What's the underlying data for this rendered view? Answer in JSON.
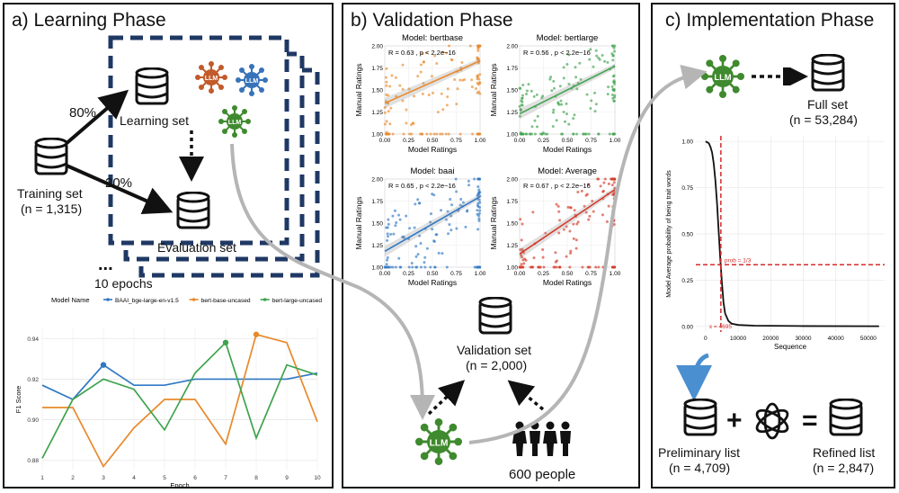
{
  "panels": {
    "a": {
      "title": "a) Learning Phase",
      "training_set": "Training set",
      "training_n": "(n = 1,315)",
      "pct_learning": "80%",
      "pct_eval": "20%",
      "learning_set": "Learning set",
      "evaluation_set": "Evaluation set",
      "dots": "...",
      "epochs": "10 epochs",
      "llm_badge": "LLM"
    },
    "b": {
      "title": "b) Validation Phase",
      "validation_set": "Validation set",
      "validation_n": "(n = 2,000)",
      "people": "600 people",
      "llm_badge": "LLM"
    },
    "c": {
      "title": "c) Implementation Phase",
      "full_set": "Full set",
      "full_n": "(n = 53,284)",
      "preliminary": "Preliminary list",
      "preliminary_n": "(n = 4,709)",
      "refined": "Refined list",
      "refined_n": "(n = 2,847)",
      "plus": "+",
      "equals": "=",
      "llm_badge": "LLM"
    }
  },
  "colors": {
    "navy": "#1f3864",
    "bertbase": "#e8892b",
    "bertlarge": "#3fa34d",
    "baai": "#2f78c4",
    "average": "#d43a2a",
    "llm_green": "#3f8a2e",
    "llm_brown": "#c25a2a",
    "llm_blue": "#3773b8",
    "arrow_blue": "#4a8fd0",
    "grey_arrow": "#b5b5b5",
    "cutoff": "#d42c2c"
  },
  "chart_data": [
    {
      "type": "line",
      "xlabel": "Epoch",
      "ylabel": "F1 Score",
      "legend_title": "Model Name",
      "legend_position": "top",
      "grid": true,
      "xlim": [
        1,
        10
      ],
      "ylim": [
        0.875,
        0.945
      ],
      "x": [
        1,
        2,
        3,
        4,
        5,
        6,
        7,
        8,
        9,
        10
      ],
      "x_ticks": [
        "1",
        "2",
        "3",
        "4",
        "5",
        "6",
        "7",
        "8",
        "9",
        "10"
      ],
      "y_ticks": [
        "0.88",
        "0.90",
        "0.92",
        "0.94"
      ],
      "y_tick_values": [
        0.88,
        0.9,
        0.92,
        0.94
      ],
      "series": [
        {
          "name": "BAAI_bge-large-en-v1.5",
          "color": "#2f78c4",
          "values": [
            0.917,
            0.91,
            0.927,
            0.917,
            0.917,
            0.92,
            0.92,
            0.92,
            0.92,
            0.923
          ],
          "marked_point": 3
        },
        {
          "name": "bert-base-uncased",
          "color": "#e8892b",
          "values": [
            0.906,
            0.906,
            0.877,
            0.896,
            0.91,
            0.91,
            0.888,
            0.942,
            0.938,
            0.899
          ],
          "marked_point": 8
        },
        {
          "name": "bert-large-uncased",
          "color": "#3fa34d",
          "values": [
            0.881,
            0.91,
            0.92,
            0.915,
            0.895,
            0.923,
            0.938,
            0.891,
            0.927,
            0.922
          ],
          "marked_point": 7
        }
      ]
    },
    {
      "type": "scatter",
      "title": "Model: bertbase",
      "stat": "R = 0.63 , p < 2.2e−16",
      "xlabel": "Model Ratings",
      "ylabel": "Manual Ratings",
      "color": "#e8892b",
      "xlim": [
        0,
        1
      ],
      "ylim": [
        1,
        2
      ],
      "x_ticks": [
        "0.00",
        "0.25",
        "0.50",
        "0.75",
        "1.00"
      ],
      "y_ticks": [
        "1.00",
        "1.25",
        "1.50",
        "1.75",
        "2.00"
      ],
      "regression": {
        "intercept": 1.35,
        "slope": 0.48
      }
    },
    {
      "type": "scatter",
      "title": "Model: bertlarge",
      "stat": "R = 0.56 , p < 2.2e−16",
      "xlabel": "Model Ratings",
      "ylabel": "Manual Ratings",
      "color": "#3fa34d",
      "xlim": [
        0,
        1
      ],
      "ylim": [
        1,
        2
      ],
      "x_ticks": [
        "0.00",
        "0.25",
        "0.50",
        "0.75",
        "1.00"
      ],
      "y_ticks": [
        "1.00",
        "1.25",
        "1.50",
        "1.75",
        "2.00"
      ],
      "regression": {
        "intercept": 1.23,
        "slope": 0.54
      }
    },
    {
      "type": "scatter",
      "title": "Model: baai",
      "stat": "R = 0.65 , p < 2.2e−16",
      "xlabel": "Model Ratings",
      "ylabel": "Manual Ratings",
      "color": "#2f78c4",
      "xlim": [
        0,
        1
      ],
      "ylim": [
        1,
        2
      ],
      "x_ticks": [
        "0.00",
        "0.25",
        "0.50",
        "0.75",
        "1.00"
      ],
      "y_ticks": [
        "1.00",
        "1.25",
        "1.50",
        "1.75",
        "2.00"
      ],
      "regression": {
        "intercept": 1.18,
        "slope": 0.62
      }
    },
    {
      "type": "scatter",
      "title": "Model: Average",
      "stat": "R = 0.67 , p < 2.2e−16",
      "xlabel": "Model Ratings",
      "ylabel": "Manual Ratings",
      "color": "#d43a2a",
      "xlim": [
        0,
        1
      ],
      "ylim": [
        1,
        2
      ],
      "x_ticks": [
        "0.00",
        "0.25",
        "0.50",
        "0.75",
        "1.00"
      ],
      "y_ticks": [
        "1.00",
        "1.25",
        "1.50",
        "1.75",
        "2.00"
      ],
      "regression": {
        "intercept": 1.15,
        "slope": 0.73
      }
    },
    {
      "type": "line",
      "xlabel": "Sequence",
      "ylabel": "Model Average probability of being trait words",
      "grid": true,
      "xlim": [
        -3000,
        55000
      ],
      "ylim": [
        -0.03,
        1.03
      ],
      "x_ticks": [
        "0",
        "10000",
        "20000",
        "30000",
        "40000",
        "50000"
      ],
      "x_tick_values": [
        0,
        10000,
        20000,
        30000,
        40000,
        50000
      ],
      "y_ticks": [
        "0.00",
        "0.25",
        "0.50",
        "0.75",
        "1.00"
      ],
      "y_tick_values": [
        0,
        0.25,
        0.5,
        0.75,
        1.0
      ],
      "curve": {
        "x": [
          0,
          500,
          1000,
          1500,
          2000,
          2500,
          3000,
          3500,
          4000,
          4500,
          5000,
          5500,
          6000,
          7000,
          8000,
          10000,
          15000,
          30000,
          53284
        ],
        "y": [
          1.0,
          0.995,
          0.99,
          0.97,
          0.94,
          0.88,
          0.79,
          0.67,
          0.52,
          0.37,
          0.24,
          0.13,
          0.07,
          0.03,
          0.015,
          0.008,
          0.004,
          0.002,
          0.001
        ]
      },
      "hline": {
        "y": 0.3333,
        "label": "prob = 1/3"
      },
      "vline": {
        "x": 4695,
        "label": "x = 4695"
      }
    }
  ]
}
